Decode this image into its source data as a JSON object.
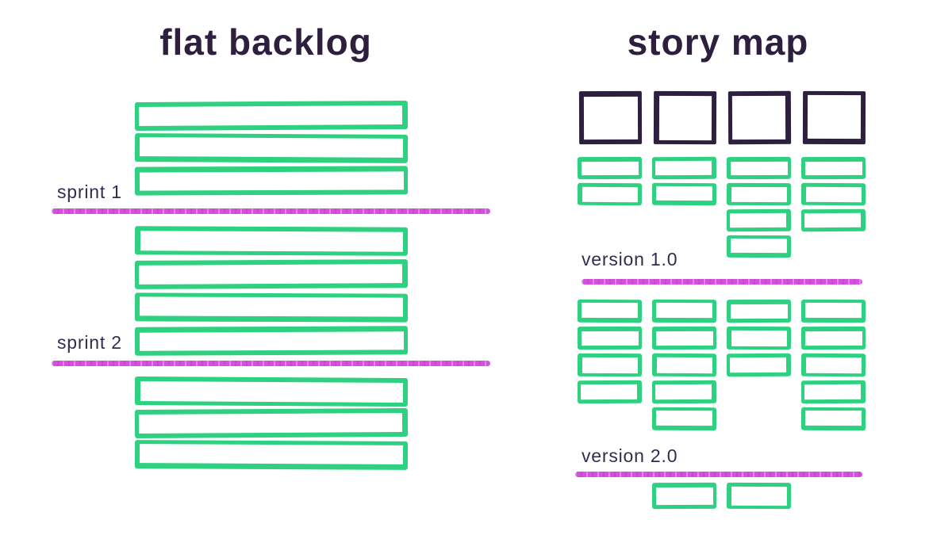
{
  "diagram": {
    "colors": {
      "ink": "#2e1f3e",
      "green": "#2ed17f",
      "magenta": "#d650e0",
      "background": "#ffffff"
    },
    "left": {
      "title": "flat backlog",
      "sections": [
        {
          "label": "sprint 1",
          "bar_count": 3
        },
        {
          "label": "sprint 2",
          "bar_count": 4
        },
        {
          "label": "",
          "bar_count": 3
        }
      ]
    },
    "right": {
      "title": "story map",
      "epic_count": 4,
      "sections": [
        {
          "label": "version 1.0",
          "columns": [
            2,
            2,
            4,
            3
          ]
        },
        {
          "label": "version 2.0",
          "columns": [
            4,
            5,
            3,
            5
          ]
        },
        {
          "label": "",
          "columns": [
            0,
            1,
            1,
            0
          ]
        }
      ]
    }
  }
}
